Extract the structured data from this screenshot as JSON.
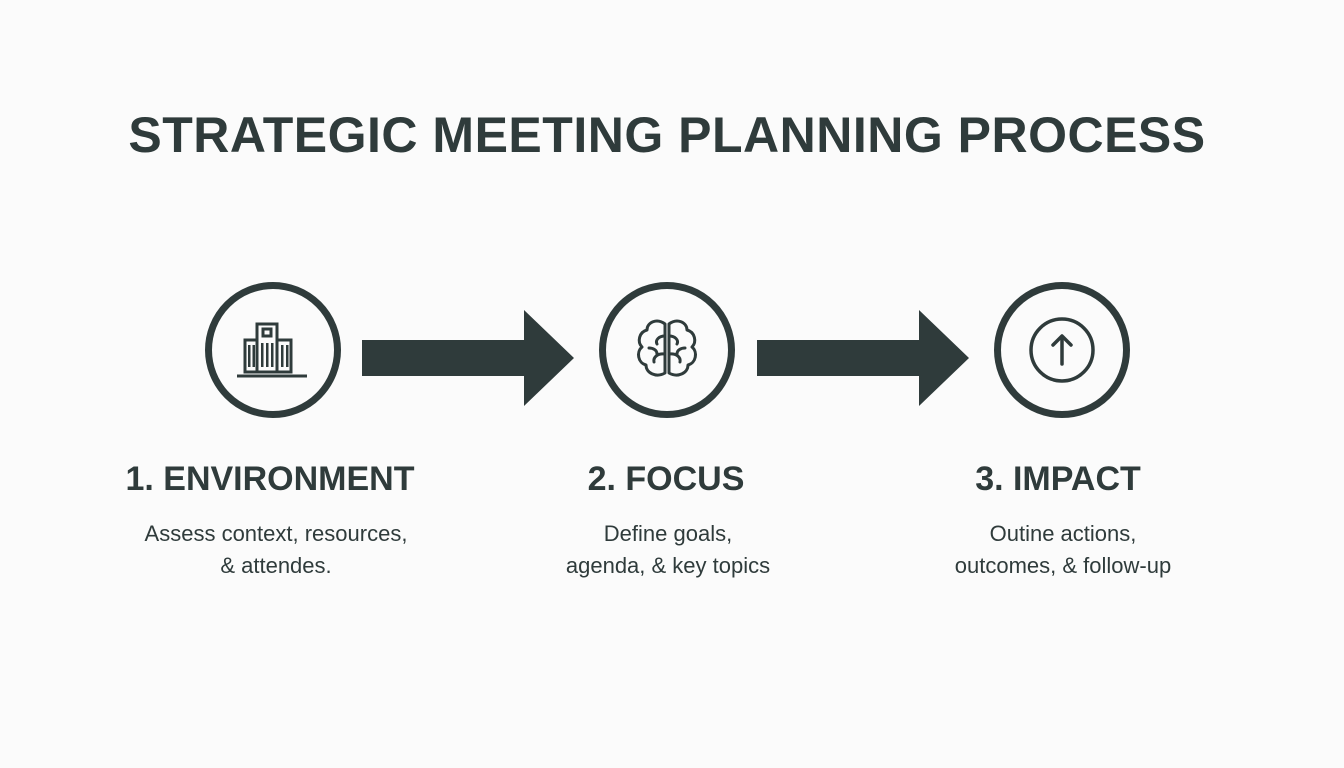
{
  "title": "STRATEGIC MEETING PLANNING PROCESS",
  "colors": {
    "ink": "#2f3b3b",
    "background": "#fbfbfb"
  },
  "steps": [
    {
      "icon": "building-icon",
      "title": "1. ENVIRONMENT",
      "desc_lines": [
        "Assess context, resources,",
        "& attendes."
      ]
    },
    {
      "icon": "brain-icon",
      "title": "2. FOCUS",
      "desc_lines": [
        "Define goals,",
        "agenda, & key topics"
      ]
    },
    {
      "icon": "arrow-up-circle-icon",
      "title": "3. IMPACT",
      "desc_lines": [
        "Outine actions,",
        "outcomes, & follow-up"
      ]
    }
  ]
}
